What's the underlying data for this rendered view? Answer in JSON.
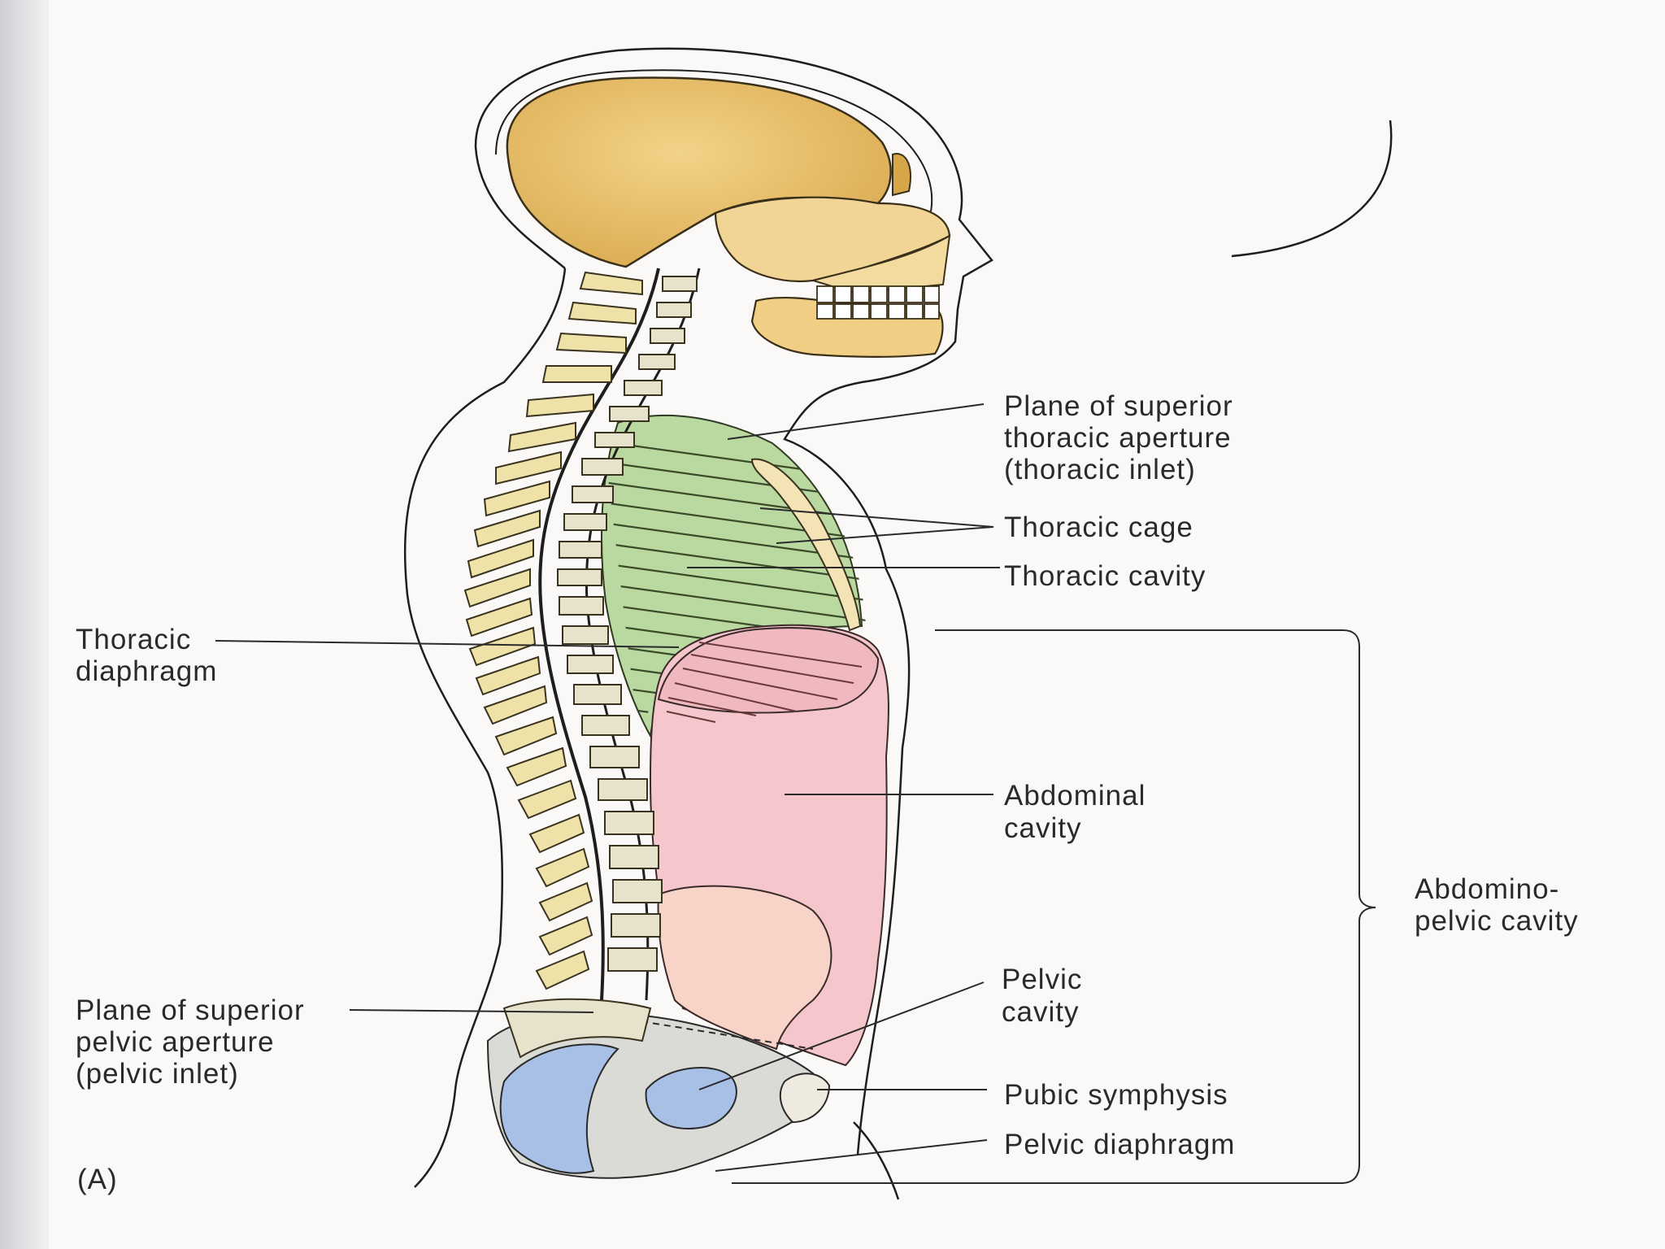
{
  "figure_label": "(A)",
  "labels": {
    "superior_thoracic_aperture": [
      "Plane of superior",
      "thoracic aperture",
      "(thoracic inlet)"
    ],
    "thoracic_cage": "Thoracic cage",
    "thoracic_cavity": "Thoracic cavity",
    "thoracic_diaphragm": [
      "Thoracic",
      "diaphragm"
    ],
    "abdominal_cavity": [
      "Abdominal",
      "cavity"
    ],
    "abdominopelvic_cavity": [
      "Abdomino-",
      "pelvic cavity"
    ],
    "superior_pelvic_aperture": [
      "Plane of superior",
      "pelvic aperture",
      "(pelvic inlet)"
    ],
    "pelvic_cavity": [
      "Pelvic",
      "cavity"
    ],
    "pubic_symphysis": "Pubic symphysis",
    "pelvic_diaphragm": "Pelvic diaphragm"
  },
  "colors": {
    "skull": "#e9c36a",
    "thoracic_cavity": "#b9d9a0",
    "abdominal_cavity": "#f5c6cc",
    "pelvic_cavity_highlight": "#f7d3c8",
    "pelvic_bone_blue": "#a9c0e6",
    "pelvis_gray": "#dadad6",
    "vertebra": "#efe2a8"
  }
}
